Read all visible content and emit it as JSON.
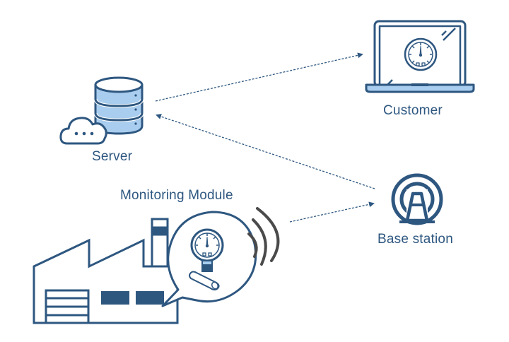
{
  "colors": {
    "stroke": "#2e5780",
    "fill_light": "#a9cdee",
    "signal": "#4a4a4a",
    "background": "#ffffff"
  },
  "nodes": {
    "server": {
      "label": "Server",
      "icon": "database-cloud-icon"
    },
    "customer": {
      "label": "Customer",
      "icon": "laptop-gauge-icon"
    },
    "base_station": {
      "label": "Base station",
      "icon": "radio-tower-icon"
    },
    "monitoring_module": {
      "label": "Monitoring Module",
      "icon": "pressure-gauge-icon"
    },
    "factory": {
      "icon": "factory-icon"
    }
  },
  "connections": [
    {
      "from": "server",
      "to": "customer",
      "style": "dashed-arrow"
    },
    {
      "from": "base_station",
      "to": "server",
      "style": "dashed-arrow"
    },
    {
      "from": "monitoring_module",
      "to": "base_station",
      "style": "dashed-arrow"
    }
  ]
}
